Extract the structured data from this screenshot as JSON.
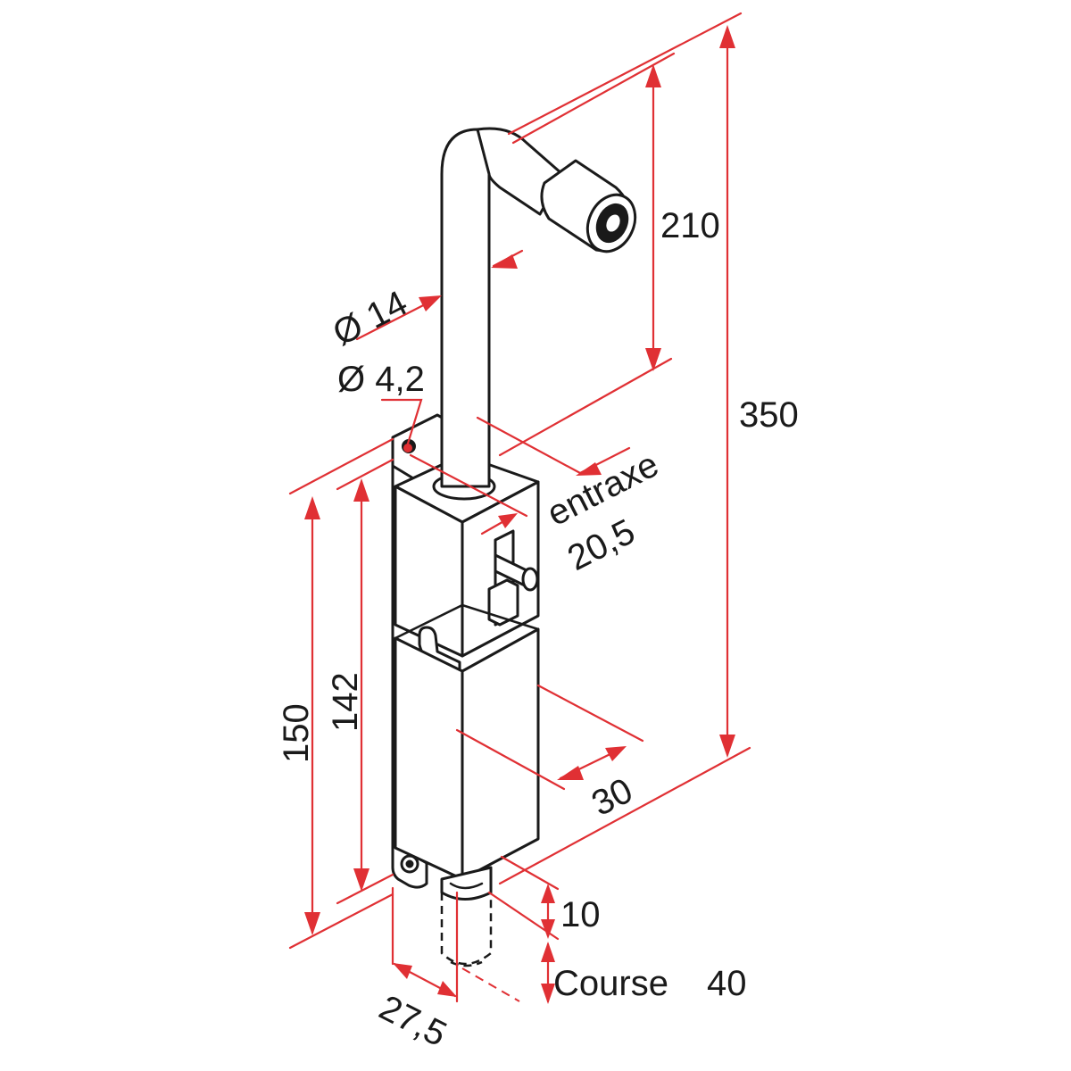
{
  "colors": {
    "dimension": "#e03034",
    "outline": "#1a1a1a",
    "background": "#ffffff"
  },
  "dimensions": {
    "overall_height": "350",
    "handle_height": "210",
    "rod_diameter": "Ø 14",
    "hole_diameter": "Ø 4,2",
    "center_distance_label": "entraxe",
    "center_distance_value": "20,5",
    "housing_height_outer": "150",
    "housing_height_inner": "142",
    "housing_width": "30",
    "bolt_protrusion": "10",
    "stroke_label": "Course",
    "stroke_value": "40",
    "plate_width": "27,5"
  }
}
